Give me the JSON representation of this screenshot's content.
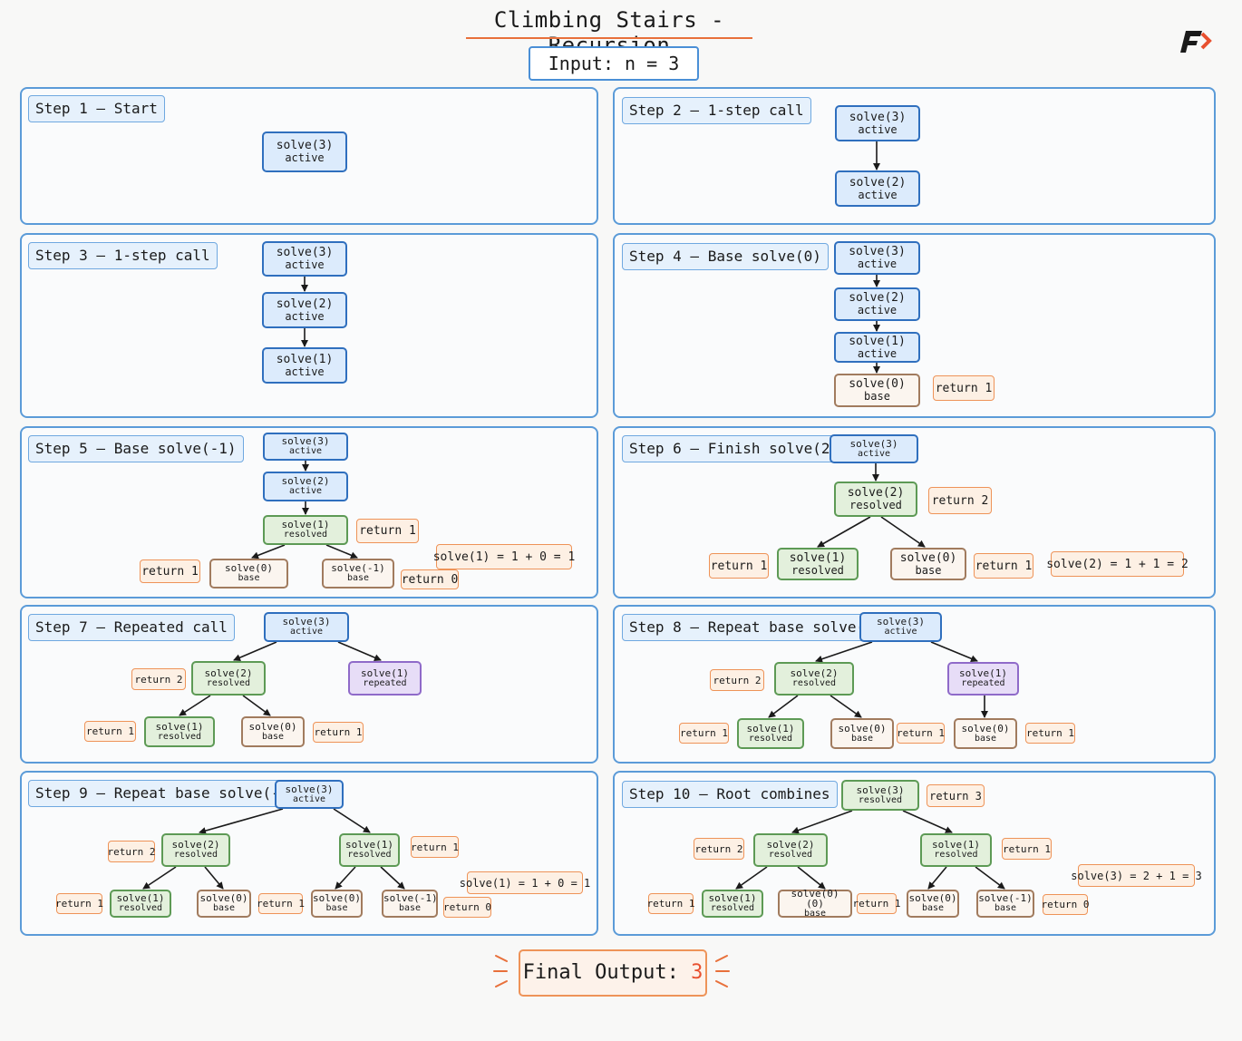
{
  "title": "Climbing Stairs - Recursion",
  "input": "Input: n = 3",
  "colors": {
    "accent": "#e8703a",
    "active": "#dcebfc",
    "resolved": "#e3f0dc",
    "base": "#fbf5ef",
    "repeated": "#e7ddf7",
    "note": "#fdf0e4"
  },
  "icons": {
    "logo": "brand-logo-icon"
  },
  "steps": [
    {
      "label": "Step 1 — Start",
      "nodes": [
        {
          "line1": "solve(3)",
          "line2": "active"
        }
      ],
      "notes": []
    },
    {
      "label": "Step 2 — 1-step call",
      "nodes": [
        {
          "line1": "solve(3)",
          "line2": "active"
        },
        {
          "line1": "solve(2)",
          "line2": "active"
        }
      ],
      "notes": []
    },
    {
      "label": "Step 3 — 1-step call",
      "nodes": [
        {
          "line1": "solve(3)",
          "line2": "active"
        },
        {
          "line1": "solve(2)",
          "line2": "active"
        },
        {
          "line1": "solve(1)",
          "line2": "active"
        }
      ],
      "notes": []
    },
    {
      "label": "Step 4 — Base solve(0)",
      "nodes": [
        {
          "line1": "solve(3)",
          "line2": "active"
        },
        {
          "line1": "solve(2)",
          "line2": "active"
        },
        {
          "line1": "solve(1)",
          "line2": "active"
        },
        {
          "line1": "solve(0)",
          "line2": "base"
        }
      ],
      "notes": [
        "return 1"
      ]
    },
    {
      "label": "Step 5 — Base solve(-1)",
      "nodes": [
        {
          "line1": "solve(3)",
          "line2": "active"
        },
        {
          "line1": "solve(2)",
          "line2": "active"
        },
        {
          "line1": "solve(1)",
          "line2": "resolved"
        },
        {
          "line1": "solve(0)",
          "line2": "base"
        },
        {
          "line1": "solve(-1)",
          "line2": "base"
        }
      ],
      "notes": [
        "return 1",
        "return 1",
        "solve(1) = 1 + 0 = 1",
        "return 0"
      ]
    },
    {
      "label": "Step 6 — Finish solve(2)",
      "nodes": [
        {
          "line1": "solve(3)",
          "line2": "active"
        },
        {
          "line1": "solve(2)",
          "line2": "resolved"
        },
        {
          "line1": "solve(1)",
          "line2": "resolved"
        },
        {
          "line1": "solve(0)",
          "line2": "base"
        }
      ],
      "notes": [
        "return 2",
        "return 1",
        "return 1",
        "solve(2) = 1 + 1 = 2"
      ]
    },
    {
      "label": "Step 7 — Repeated call",
      "nodes": [
        {
          "line1": "solve(3)",
          "line2": "active"
        },
        {
          "line1": "solve(2)",
          "line2": "resolved"
        },
        {
          "line1": "solve(1)",
          "line2": "repeated"
        },
        {
          "line1": "solve(1)",
          "line2": "resolved"
        },
        {
          "line1": "solve(0)",
          "line2": "base"
        }
      ],
      "notes": [
        "return 2",
        "return 1",
        "return 1"
      ]
    },
    {
      "label": "Step 8 — Repeat base solve(0)",
      "nodes": [
        {
          "line1": "solve(3)",
          "line2": "active"
        },
        {
          "line1": "solve(2)",
          "line2": "resolved"
        },
        {
          "line1": "solve(1)",
          "line2": "repeated"
        },
        {
          "line1": "solve(1)",
          "line2": "resolved"
        },
        {
          "line1": "solve(0)",
          "line2": "base"
        },
        {
          "line1": "solve(0)",
          "line2": "base"
        }
      ],
      "notes": [
        "return 2",
        "return 1",
        "return 1",
        "return 1"
      ]
    },
    {
      "label": "Step 9 — Repeat base solve(-1)",
      "nodes": [
        {
          "line1": "solve(3)",
          "line2": "active"
        },
        {
          "line1": "solve(2)",
          "line2": "resolved"
        },
        {
          "line1": "solve(1)",
          "line2": "resolved"
        },
        {
          "line1": "solve(1)",
          "line2": "resolved"
        },
        {
          "line1": "solve(0)",
          "line2": "base"
        },
        {
          "line1": "solve(0)",
          "line2": "base"
        },
        {
          "line1": "solve(-1)",
          "line2": "base"
        }
      ],
      "notes": [
        "return 2",
        "return 1",
        "return 1",
        "return 1",
        "solve(1) = 1 + 0 = 1",
        "return 0"
      ]
    },
    {
      "label": "Step 10 — Root combines",
      "nodes": [
        {
          "line1": "solve(3)",
          "line2": "resolved"
        },
        {
          "line1": "solve(2)",
          "line2": "resolved"
        },
        {
          "line1": "solve(1)",
          "line2": "resolved"
        },
        {
          "line1": "solve(1)",
          "line2": "resolved"
        },
        {
          "line1": "solve(0) (0)",
          "line2": "base"
        },
        {
          "line1": "solve(0)",
          "line2": "base"
        },
        {
          "line1": "solve(-1)",
          "line2": "base"
        }
      ],
      "notes": [
        "return 3",
        "return 2",
        "return 1",
        "return 1",
        "return 1",
        "solve(3) = 2 + 1 = 3",
        "return 0"
      ]
    }
  ],
  "final": {
    "label": "Final Output:",
    "value": "3"
  }
}
